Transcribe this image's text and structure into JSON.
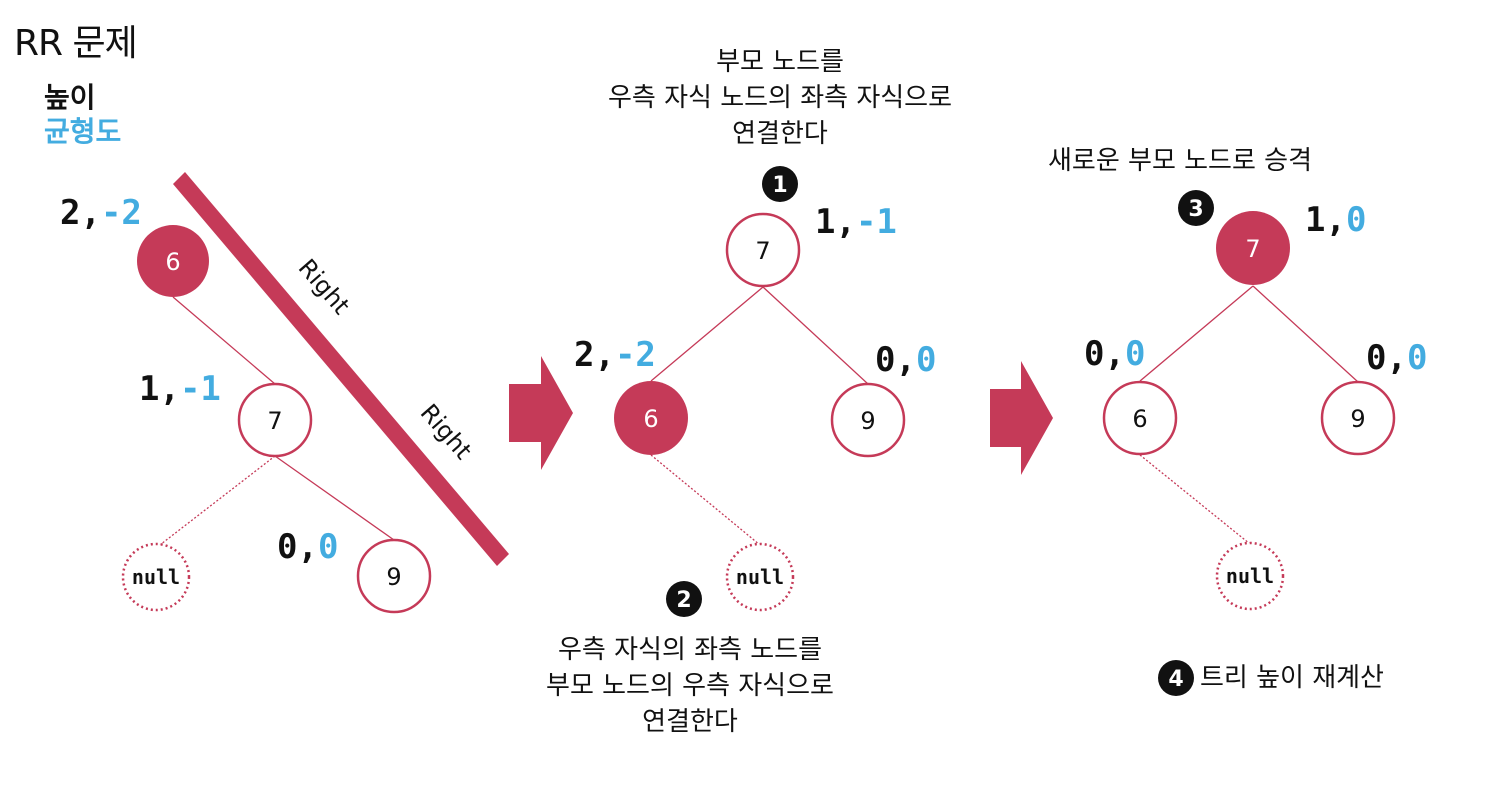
{
  "title": "RR 문제",
  "legend": {
    "height_label": "높이",
    "balance_label": "균형도"
  },
  "colors": {
    "accent": "#c53a58",
    "balance": "#43ace0",
    "text": "#111111",
    "white": "#ffffff"
  },
  "rotation_labels": [
    "Right",
    "Right"
  ],
  "steps": {
    "step1": {
      "marker": "1",
      "text": [
        "부모 노드를",
        "우측 자식 노드의 좌측 자식으로",
        "연결한다"
      ]
    },
    "step2": {
      "marker": "2",
      "text": [
        "우측 자식의 좌측 노드를",
        "부모 노드의 우측 자식으로",
        "연결한다"
      ]
    },
    "step3": {
      "marker": "3",
      "text": "새로운 부모 노드로 승격"
    },
    "step4": {
      "marker": "4",
      "text": "트리 높이 재계산"
    }
  },
  "trees": {
    "before": {
      "n6": {
        "label": "6",
        "height": "2,",
        "balance": "-2"
      },
      "n7": {
        "label": "7",
        "height": "1,",
        "balance": "-1"
      },
      "n9": {
        "label": "9",
        "height": "0,",
        "balance": "0"
      },
      "nnull": {
        "label": "null"
      }
    },
    "middle": {
      "n7": {
        "label": "7",
        "height": "1,",
        "balance": "-1"
      },
      "n6": {
        "label": "6",
        "height": "2,",
        "balance": "-2"
      },
      "n9": {
        "label": "9",
        "height": "0,",
        "balance": "0"
      },
      "nnull": {
        "label": "null"
      }
    },
    "after": {
      "n7": {
        "label": "7",
        "height": "1,",
        "balance": "0"
      },
      "n6": {
        "label": "6",
        "height": "0,",
        "balance": "0"
      },
      "n9": {
        "label": "9",
        "height": "0,",
        "balance": "0"
      },
      "nnull": {
        "label": "null"
      }
    }
  }
}
